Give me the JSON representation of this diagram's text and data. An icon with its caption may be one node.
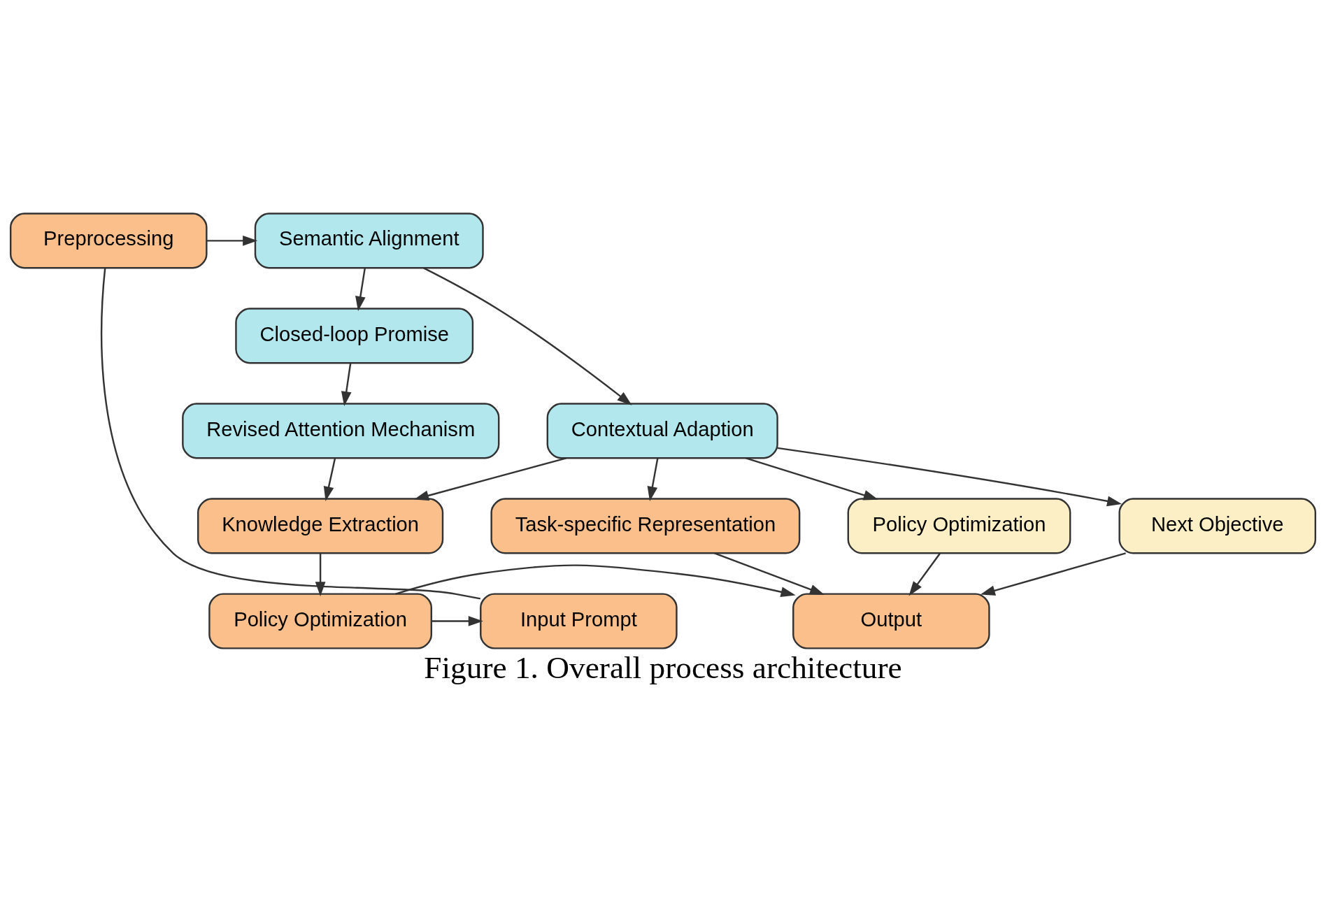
{
  "diagram": {
    "caption": "Figure 1. Overall process architecture",
    "nodes": [
      {
        "text": [
          "Preprocessing"
        ]
      },
      {
        "text": [
          "Semantic Alignment"
        ]
      },
      {
        "text": [
          "Task-specific Representation"
        ]
      },
      {
        "text": [
          "Closed-loop Promise"
        ]
      },
      {
        "text": [
          "Contextual Adaption"
        ]
      },
      {
        "text": [
          "Policy Optimization"
        ]
      },
      {
        "text": [
          "Revised Attention Mechanism"
        ]
      },
      {
        "text": [
          "Next Objective"
        ]
      },
      {
        "text": [
          "Knowledge Extraction"
        ]
      },
      {
        "text": [
          "Input Prompt"
        ]
      },
      {
        "text": [
          "Policy Optimization"
        ]
      },
      {
        "text": [
          "Output"
        ]
      }
    ],
    "edges": [
      {
        "from": 9,
        "to": 0,
        "arrow": "none"
      },
      {
        "from": 0,
        "to": 1,
        "arrow": "to"
      },
      {
        "from": 1,
        "to": 3,
        "arrow": "to"
      },
      {
        "from": 1,
        "to": 4,
        "arrow": "to"
      },
      {
        "from": 3,
        "to": 6,
        "arrow": "to"
      },
      {
        "from": 6,
        "to": 8,
        "arrow": "to"
      },
      {
        "from": 4,
        "to": 8,
        "arrow": "to"
      },
      {
        "from": 4,
        "to": 2,
        "arrow": "to"
      },
      {
        "from": 4,
        "to": 5,
        "arrow": "to"
      },
      {
        "from": 4,
        "to": 7,
        "arrow": "to"
      },
      {
        "from": 8,
        "to": 10,
        "arrow": "to"
      },
      {
        "from": 10,
        "to": 9,
        "arrow": "to"
      },
      {
        "from": 10,
        "to": 11,
        "arrow": "to"
      },
      {
        "from": 2,
        "to": 11,
        "arrow": "to"
      },
      {
        "from": 5,
        "to": 11,
        "arrow": "to"
      },
      {
        "from": 7,
        "to": 11,
        "arrow": "to"
      }
    ]
  }
}
